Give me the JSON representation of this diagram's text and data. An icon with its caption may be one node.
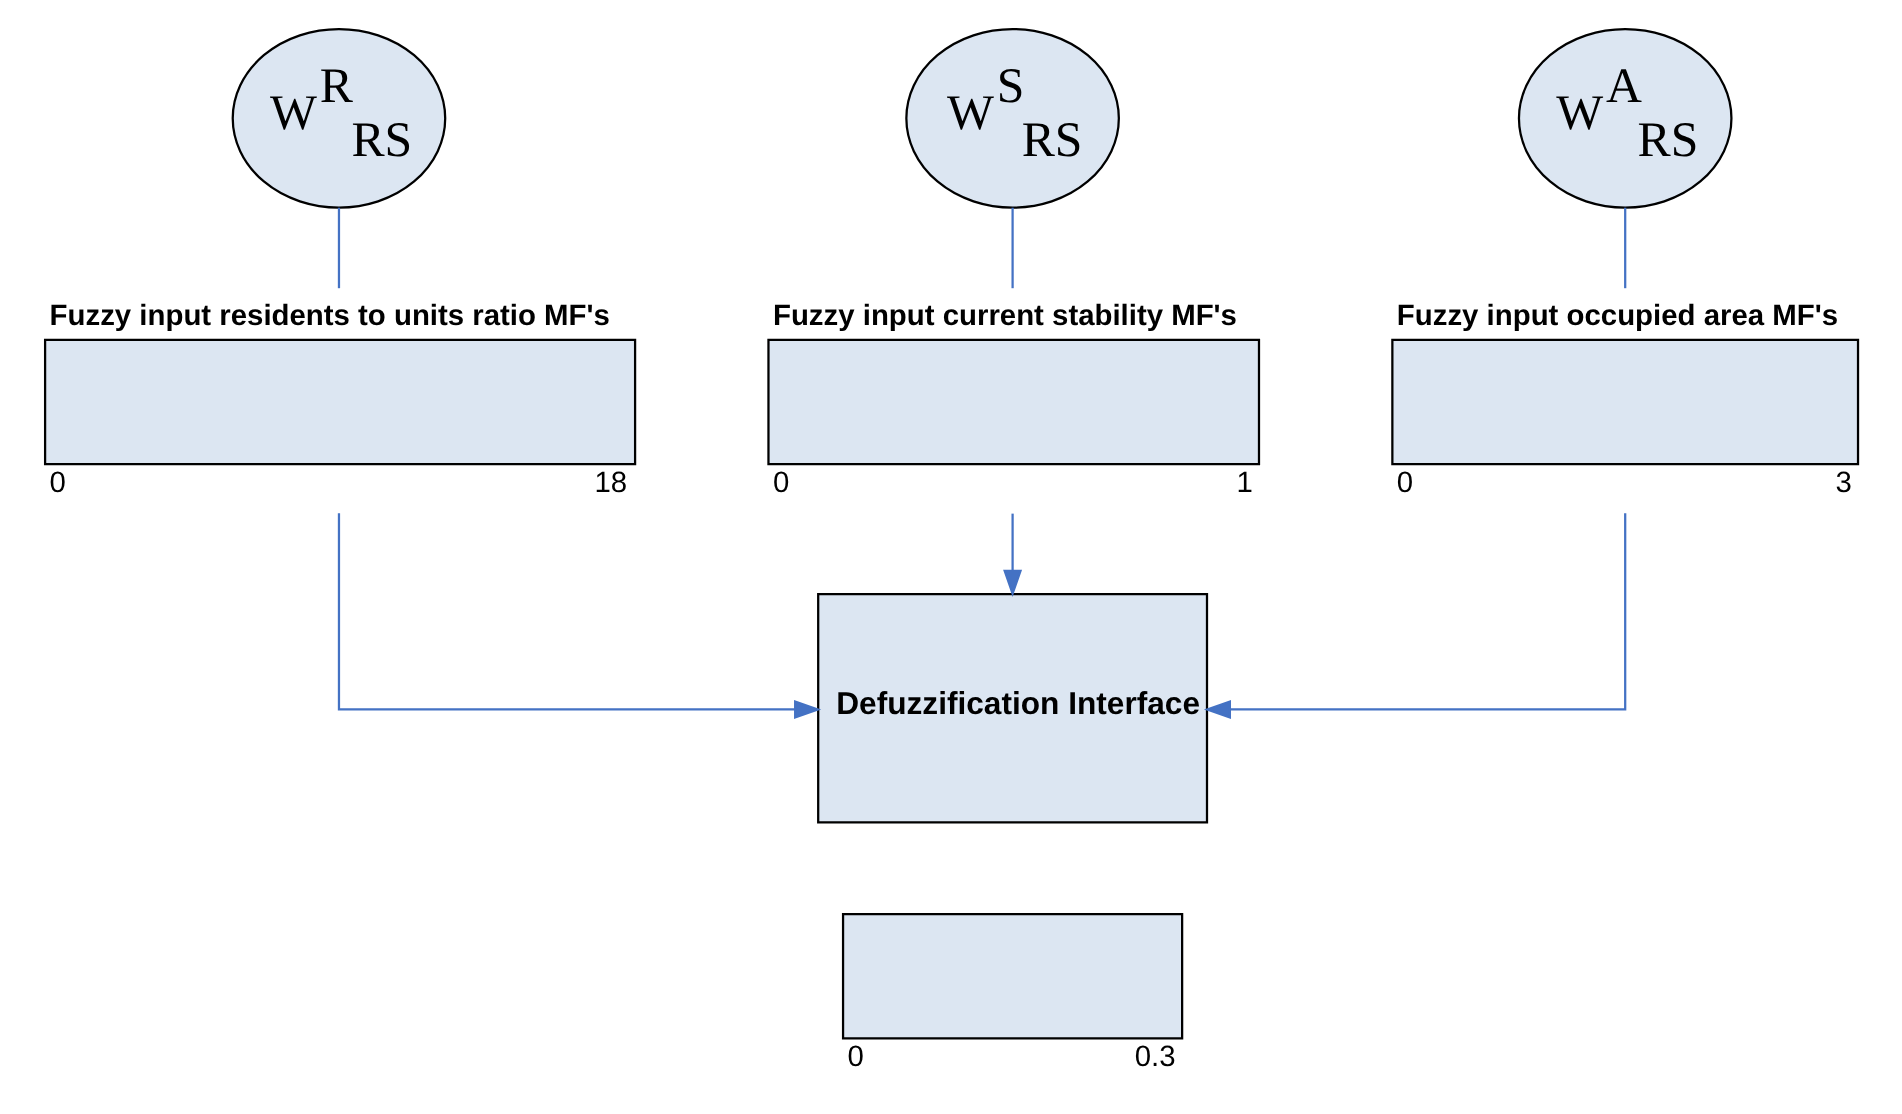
{
  "diagram": {
    "nodes": [
      {
        "text": [
          "W$^{R}$$_{RS}$"
        ]
      },
      {
        "text": [
          "W$^{S}$$_{RS}$"
        ]
      },
      {
        "text": [
          "W$^{A}$$_{RS}$"
        ]
      },
      {
        "text": [
          "Fuzzy input residents to units ratio MF's"
        ],
        "beside": [
          "0",
          "18"
        ]
      },
      {
        "text": [
          "Fuzzy input current stability MF's"
        ],
        "beside": [
          "0",
          "1"
        ]
      },
      {
        "text": [
          "Fuzzy input occupied area MF's"
        ],
        "beside": [
          "0",
          "3"
        ]
      },
      {
        "text": [
          "Defuzzification Interface"
        ]
      },
      {
        "text": [],
        "shape": "box",
        "beside": [
          "0",
          "0.3"
        ]
      }
    ],
    "edges": [
      {
        "from": 0,
        "to": 3,
        "arrow": "none"
      },
      {
        "from": 1,
        "to": 4,
        "arrow": "none"
      },
      {
        "from": 2,
        "to": 5,
        "arrow": "none"
      },
      {
        "from": 3,
        "to": 6,
        "arrow": "to"
      },
      {
        "from": 4,
        "to": 6,
        "arrow": "to"
      },
      {
        "from": 5,
        "to": 6,
        "arrow": "to"
      }
    ]
  }
}
